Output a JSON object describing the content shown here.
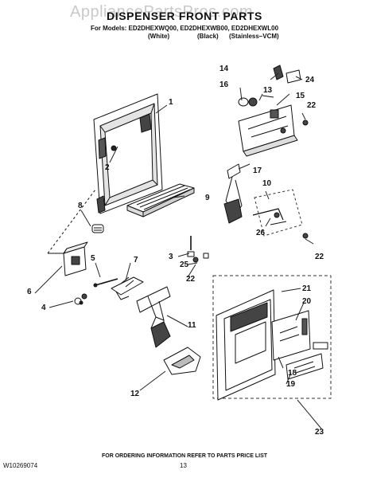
{
  "watermark": "AppliancePartsPros.com",
  "header": {
    "title": "DISPENSER FRONT PARTS",
    "models": "For Models: ED2DHEXWQ00, ED2DHEXWB00, ED2DHEXWL00",
    "variants": [
      "(White)",
      "(Black)",
      "(Stainless–VCM)"
    ]
  },
  "callouts": [
    "14",
    "16",
    "13",
    "24",
    "15",
    "22",
    "1",
    "2",
    "17",
    "10",
    "9",
    "8",
    "26",
    "22",
    "3",
    "25",
    "5",
    "7",
    "22",
    "6",
    "4",
    "21",
    "20",
    "11",
    "18",
    "19",
    "12",
    "23"
  ],
  "footer": {
    "note": "FOR ORDERING INFORMATION REFER TO PARTS PRICE LIST",
    "doc_number": "W10269074",
    "page_number": "13"
  }
}
